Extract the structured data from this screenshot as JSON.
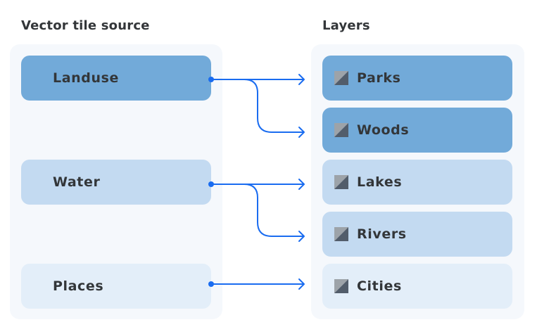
{
  "headings": {
    "source": "Vector tile source",
    "layers": "Layers"
  },
  "sources": [
    {
      "label": "Landuse",
      "shade": "dark"
    },
    {
      "label": "Water",
      "shade": "mid"
    },
    {
      "label": "Places",
      "shade": "light"
    }
  ],
  "layers": [
    {
      "label": "Parks",
      "shade": "dark",
      "icon": "layer-style-icon"
    },
    {
      "label": "Woods",
      "shade": "dark",
      "icon": "layer-style-icon"
    },
    {
      "label": "Lakes",
      "shade": "mid",
      "icon": "layer-style-icon"
    },
    {
      "label": "Rivers",
      "shade": "mid",
      "icon": "layer-style-icon"
    },
    {
      "label": "Cities",
      "shade": "light",
      "icon": "layer-style-icon"
    }
  ],
  "links": [
    {
      "from": "Landuse",
      "to": [
        "Parks",
        "Woods"
      ]
    },
    {
      "from": "Water",
      "to": [
        "Lakes",
        "Rivers"
      ]
    },
    {
      "from": "Places",
      "to": [
        "Cities"
      ]
    }
  ],
  "colors": {
    "connector": "#1a6cf0",
    "dark_item": "#72aad9",
    "mid_item": "#c3daf1",
    "light_item": "#e3eef9",
    "panel": "#f5f8fc"
  }
}
